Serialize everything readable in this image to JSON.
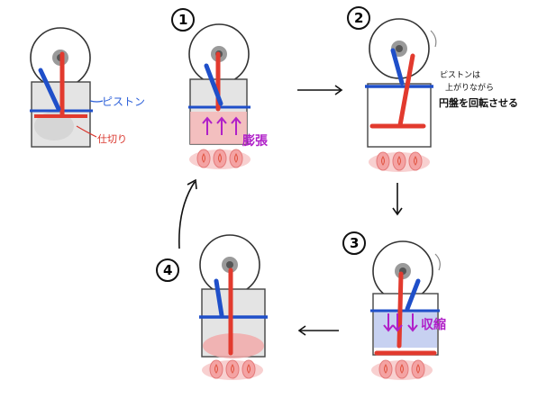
{
  "steps": [
    {
      "number": "1"
    },
    {
      "number": "2"
    },
    {
      "number": "3"
    },
    {
      "number": "4"
    }
  ],
  "labels": {
    "piston": "ピストン",
    "partition": "仕切り",
    "expansion": "膨張",
    "contraction": "収縮",
    "note_line1": "ピストンは",
    "note_line2": "上がりながら",
    "note_line3": "円盤を回転させる"
  },
  "colors": {
    "red": "#e23a2e",
    "blue": "#1f4fc9",
    "purple": "#b020c8",
    "flame": "#f2a4a4",
    "heat": "#f6b8b8",
    "cold": "#b9c6ee",
    "gray": "#cfcfcf"
  }
}
